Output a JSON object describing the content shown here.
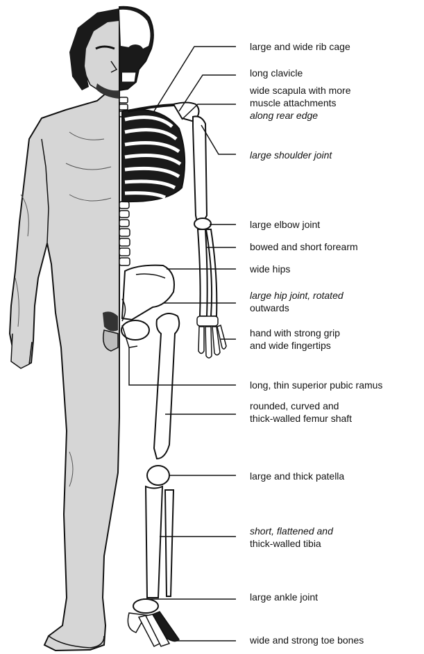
{
  "colors": {
    "ink": "#111111",
    "skin": "#d6d6d6",
    "hair": "#1a1a1a",
    "bone": "#ffffff",
    "background": "#ffffff"
  },
  "labels": [
    {
      "id": "rib-cage",
      "lines": [
        "large and wide rib cage"
      ]
    },
    {
      "id": "clavicle",
      "lines": [
        "long clavicle"
      ]
    },
    {
      "id": "scapula",
      "lines": [
        "wide scapula with more",
        "muscle attachments",
        "along rear edge"
      ]
    },
    {
      "id": "shoulder",
      "lines": [
        "large shoulder joint"
      ]
    },
    {
      "id": "elbow",
      "lines": [
        "large elbow joint"
      ]
    },
    {
      "id": "forearm",
      "lines": [
        "bowed and short forearm"
      ]
    },
    {
      "id": "hips",
      "lines": [
        "wide hips"
      ]
    },
    {
      "id": "hip-joint",
      "lines": [
        "large hip joint, rotated",
        "outwards"
      ]
    },
    {
      "id": "hand",
      "lines": [
        "hand with strong grip",
        "and wide fingertips"
      ]
    },
    {
      "id": "pubic-ramus",
      "lines": [
        "long, thin superior pubic ramus"
      ]
    },
    {
      "id": "femur",
      "lines": [
        "rounded, curved and",
        "thick-walled femur shaft"
      ]
    },
    {
      "id": "patella",
      "lines": [
        "large and thick patella"
      ]
    },
    {
      "id": "tibia",
      "lines": [
        "short, flattened and",
        "thick-walled tibia"
      ]
    },
    {
      "id": "ankle",
      "lines": [
        "large ankle joint"
      ]
    },
    {
      "id": "toes",
      "lines": [
        "wide and strong toe bones"
      ]
    }
  ]
}
